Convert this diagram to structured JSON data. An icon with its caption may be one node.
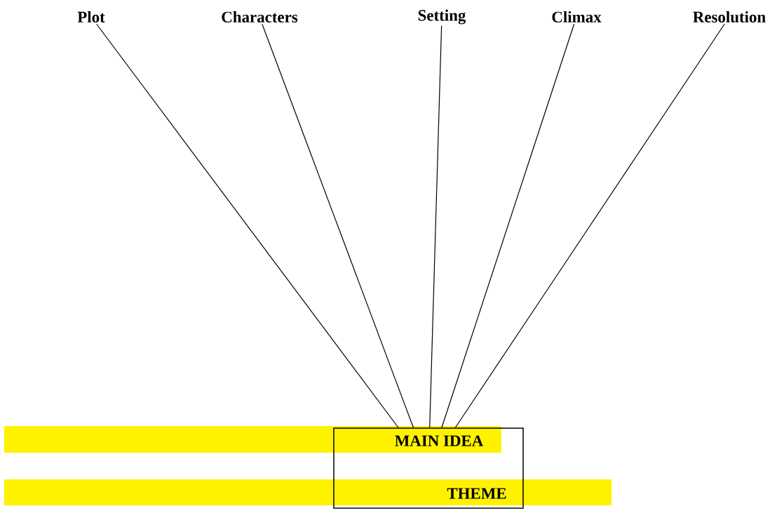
{
  "diagram": {
    "nodes": [
      {
        "text": [
          "Plot"
        ]
      },
      {
        "text": [
          "Characters"
        ]
      },
      {
        "text": [
          "Setting"
        ]
      },
      {
        "text": [
          "Climax"
        ]
      },
      {
        "text": [
          "Resolution"
        ]
      },
      {
        "text": [
          "MAIN IDEA",
          "THEME"
        ]
      }
    ],
    "edges": [
      {
        "from": 0,
        "to": 5,
        "arrow": "none"
      },
      {
        "from": 1,
        "to": 5,
        "arrow": "none"
      },
      {
        "from": 2,
        "to": 5,
        "arrow": "none"
      },
      {
        "from": 3,
        "to": 5,
        "arrow": "none"
      },
      {
        "from": 4,
        "to": 5,
        "arrow": "none"
      }
    ]
  }
}
